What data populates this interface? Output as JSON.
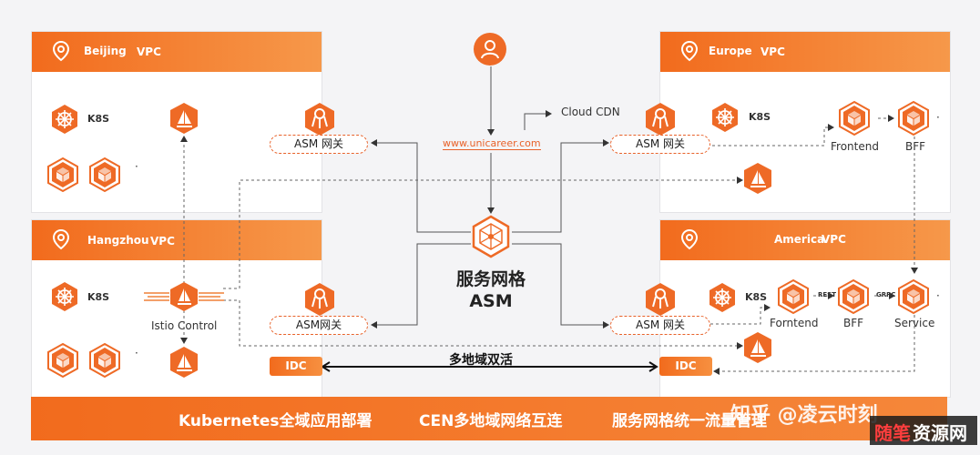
{
  "regions": {
    "beijing": {
      "name": "Beijing",
      "vpc": "VPC"
    },
    "hangzhou": {
      "name": "Hangzhou",
      "vpc": "VPC"
    },
    "europe": {
      "name": "Europe",
      "vpc": "VPC"
    },
    "america": {
      "name": "America",
      "vpc": "VPC"
    }
  },
  "labels": {
    "k8s": "K8S",
    "dot": "·",
    "istio_control": "Istio Control",
    "cloud_cdn": "Cloud CDN",
    "domain": "www.unicareer.com",
    "asm_gateway": "ASM 网关",
    "asm_gateway_compact": "ASM网关",
    "asm_center_cn": "服务网格",
    "asm_center_en": "ASM",
    "idc": "IDC",
    "active_active": "多地域双活",
    "frontend_eu": "Frontend",
    "bff": "BFF",
    "frontend_am": "Forntend",
    "service": "Service",
    "rest": "REST",
    "grpc": "GRPC"
  },
  "footer": {
    "k8s_deploy": "Kubernetes全域应用部署",
    "cen": "CEN多地域网络互连",
    "mesh": "服务网格统一流量管理"
  },
  "watermark": {
    "zhihu": "知乎 @凌云时刻",
    "site_a": "随笔",
    "site_b": "资源网"
  },
  "colors": {
    "accent": "#f26b1d",
    "accent_light": "#f6984a",
    "link": "#e8622a"
  },
  "icons": {
    "user": "user-icon",
    "k8s": "helm-wheel-icon",
    "box": "cube-icon",
    "sail": "sailboat-icon",
    "gateway": "gateway-icon",
    "mesh": "mesh-icon",
    "pin": "location-pin-icon"
  }
}
